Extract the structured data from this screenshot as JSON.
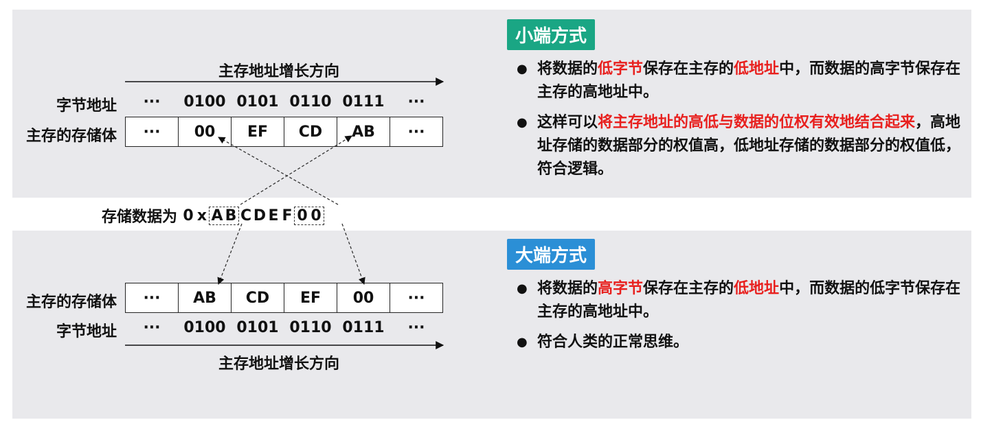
{
  "little_endian": {
    "badge": "小端方式",
    "direction_label": "主存地址增长方向",
    "addr_row_label": "字节地址",
    "mem_row_label": "主存的存储体",
    "addresses": [
      "···",
      "0100",
      "0101",
      "0110",
      "0111",
      "···"
    ],
    "cells": [
      "···",
      "00",
      "EF",
      "CD",
      "AB",
      "···"
    ],
    "bullet1": {
      "p1": "将数据的",
      "r1": "低字节",
      "p2": "保存在主存的",
      "r2": "低地址",
      "p3": "中，而数据的高字节保存在主存的高地址中。"
    },
    "bullet2": {
      "p1": "这样可以",
      "r1": "将主存地址的高低与数据的位权有效地结合起来",
      "p2": "，高地址存储的数据部分的权值高，低地址存储的数据部分的权值低，符合逻辑。"
    }
  },
  "stored_data": {
    "prefix": "存储数据为",
    "zero": "0",
    "x": "x",
    "hi_byte": [
      "A",
      "B"
    ],
    "mid": [
      "C",
      "D",
      "E",
      "F"
    ],
    "lo_byte": [
      "0",
      "0"
    ]
  },
  "big_endian": {
    "badge": "大端方式",
    "direction_label": "主存地址增长方向",
    "addr_row_label": "字节地址",
    "mem_row_label": "主存的存储体",
    "addresses": [
      "···",
      "0100",
      "0101",
      "0110",
      "0111",
      "···"
    ],
    "cells": [
      "···",
      "AB",
      "CD",
      "EF",
      "00",
      "···"
    ],
    "bullet1": {
      "p1": "将数据的",
      "r1": "高字节",
      "p2": "保存在主存的",
      "r2": "低地址",
      "p3": "中，而数据的低字节保存在主存的高地址中。"
    },
    "bullet2": "符合人类的正常思维。"
  }
}
